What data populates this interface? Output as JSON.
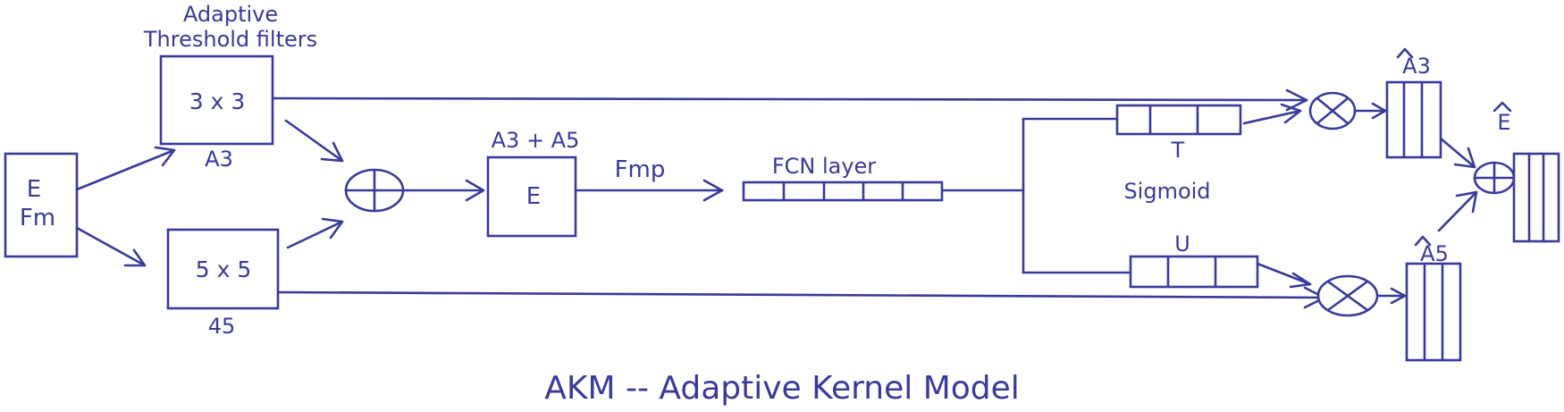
{
  "labels": {
    "adaptive": "Adaptive",
    "threshold_filters": "Threshold filters",
    "input_e": "E",
    "input_fm": "Fm",
    "filter3": "3 x 3",
    "a3": "A3",
    "filter5": "5 x 5",
    "n45": "45",
    "sum_label": "A3 + A5",
    "e_box": "E",
    "fmp": "Fmp",
    "fcn": "FCN layer",
    "t": "T",
    "sigmoid": "Sigmoid",
    "u": "U",
    "a3_hat": "A3",
    "a5_hat": "A5",
    "e_hat": "E",
    "caption": "AKM -- Adaptive Kernel Model"
  },
  "colors": {
    "stroke": "#3a3a9a"
  }
}
